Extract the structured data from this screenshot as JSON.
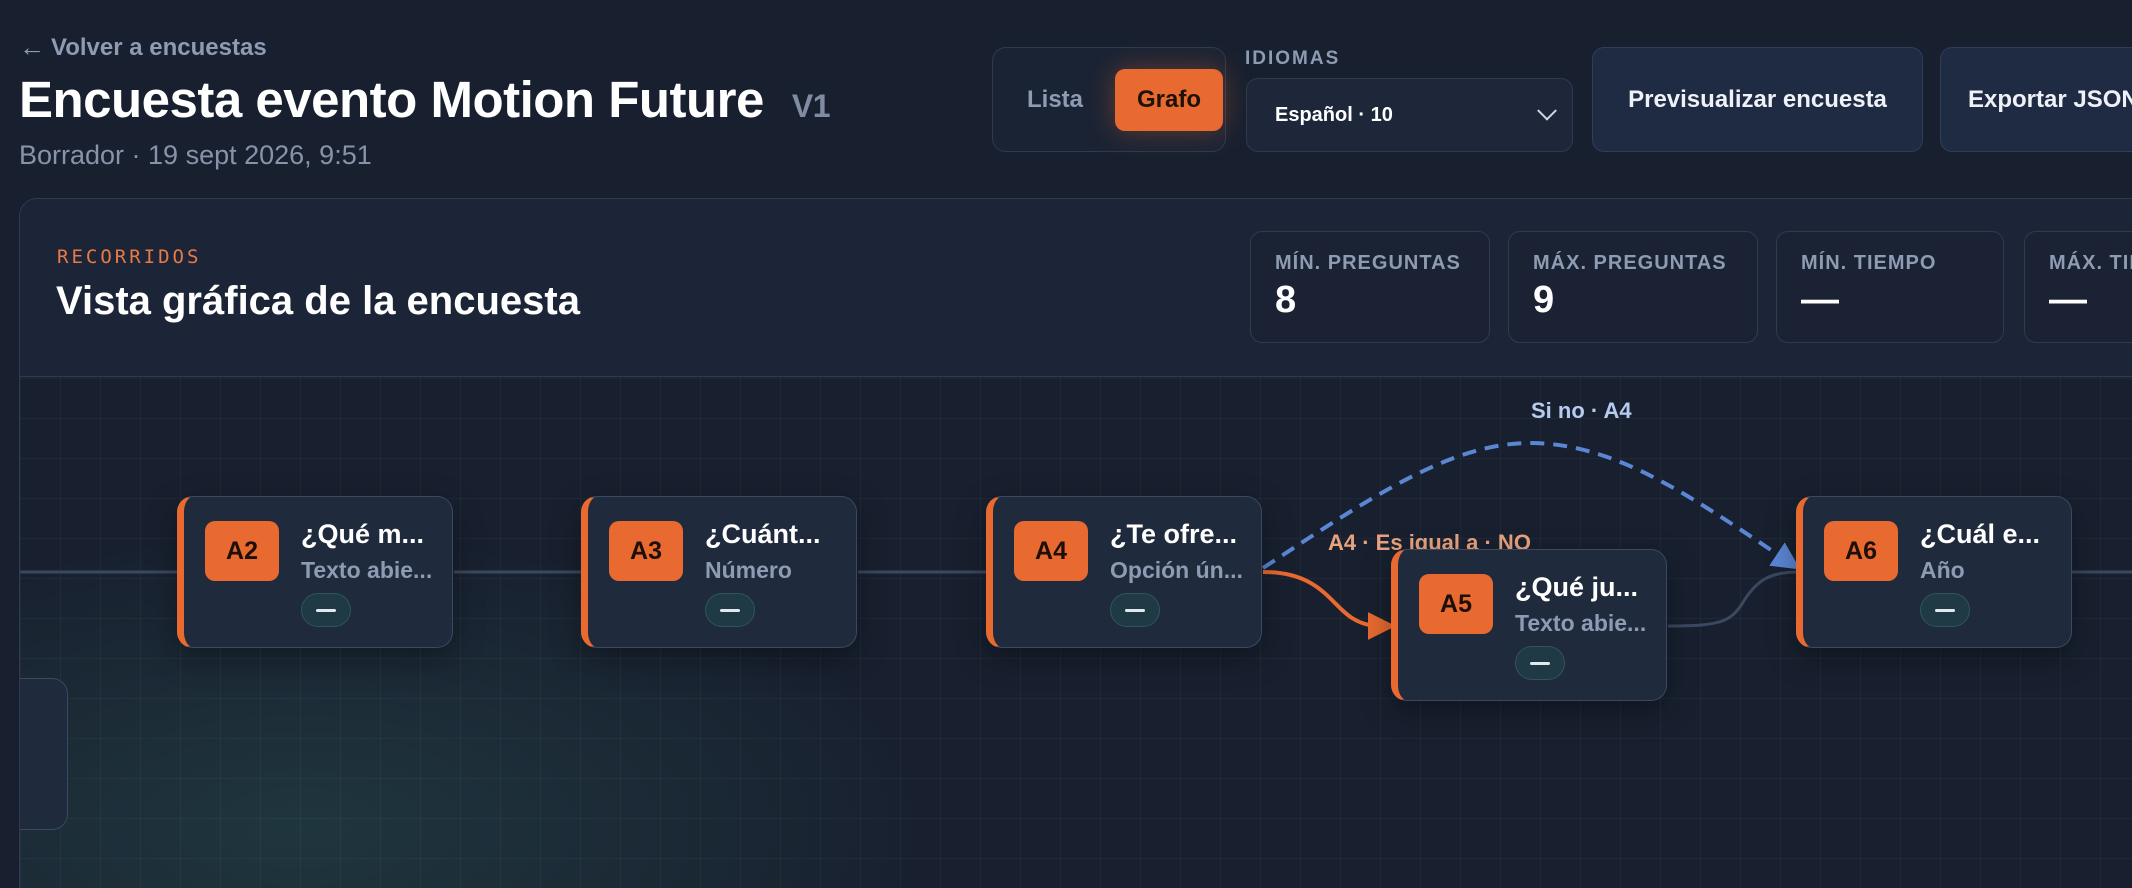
{
  "header": {
    "back_arrow": "←",
    "back_label": "Volver a encuestas",
    "title": "Encuesta evento Motion Future",
    "version": "V1",
    "subtitle": "Borrador · 19 sept 2026, 9:51",
    "view_toggle": {
      "list_label": "Lista",
      "graph_label": "Grafo",
      "active": "Grafo"
    },
    "languages": {
      "label": "IDIOMAS",
      "selected": "Español · 10"
    },
    "preview_label": "Previsualizar encuesta",
    "export_label": "Exportar JSON"
  },
  "panel": {
    "eyebrow": "RECORRIDOS",
    "title": "Vista gráfica de la encuesta",
    "stats": [
      {
        "label": "MÍN. PREGUNTAS",
        "value": "8"
      },
      {
        "label": "MÁX. PREGUNTAS",
        "value": "9"
      },
      {
        "label": "MÍN. TIEMPO",
        "value": "—"
      },
      {
        "label": "MÁX. TIEMPO",
        "value": "—"
      }
    ]
  },
  "graph": {
    "nodes": [
      {
        "id": "A2",
        "question": "¿Qué m...",
        "type": "Texto abie..."
      },
      {
        "id": "A3",
        "question": "¿Cuánt...",
        "type": "Número"
      },
      {
        "id": "A4",
        "question": "¿Te ofre...",
        "type": "Opción ún..."
      },
      {
        "id": "A5",
        "question": "¿Qué ju...",
        "type": "Texto abie..."
      },
      {
        "id": "A6",
        "question": "¿Cuál e...",
        "type": "Año"
      }
    ],
    "edge_labels": {
      "else_branch": "Si no · A4",
      "condition": "A4 · Es igual a · NO"
    },
    "colors": {
      "accent": "#e86a30",
      "else_edge": "#5b86d4",
      "line": "#3a4860"
    }
  }
}
